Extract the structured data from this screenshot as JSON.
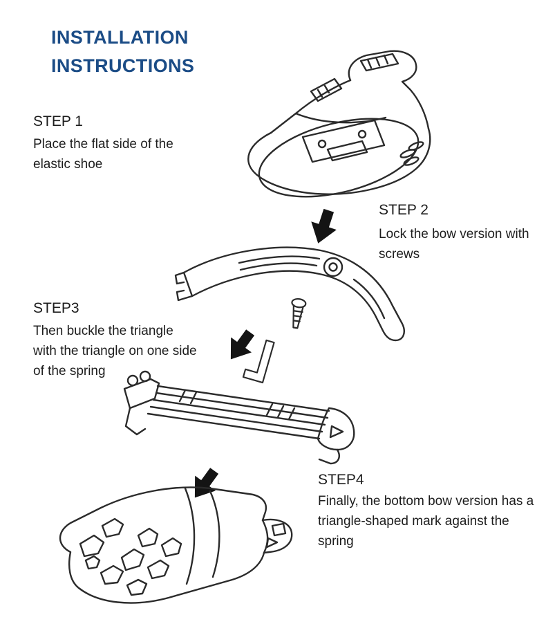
{
  "title": {
    "line1": "INSTALLATION",
    "line2": "INSTRUCTIONS"
  },
  "steps": [
    {
      "label": "STEP 1",
      "lines": [
        "Place the flat side of the",
        "elastic shoe"
      ]
    },
    {
      "label": "STEP 2",
      "lines": [
        "Lock the bow version with",
        "screws"
      ]
    },
    {
      "label": "STEP3",
      "lines": [
        "Then buckle the triangle",
        "with the triangle on one side",
        "of the spring"
      ]
    },
    {
      "label": "STEP4",
      "lines": [
        "Finally, the bottom bow version has a",
        "triangle-shaped mark against the",
        "spring"
      ]
    }
  ],
  "illustrations": {
    "boot": "ski-boot-line-drawing",
    "bow": "bow-plate-line-drawing",
    "screw": "screw-line-drawing",
    "allen_key": "allen-key-line-drawing",
    "spring": "spring-assembly-line-drawing",
    "sole": "sole-tread-line-drawing",
    "arrow": "solid-down-left-arrow"
  },
  "colors": {
    "title_blue": "#1b4c86",
    "text": "#1d1d1d",
    "line_art": "#2b2b2b",
    "arrow": "#141414",
    "background": "#ffffff"
  }
}
